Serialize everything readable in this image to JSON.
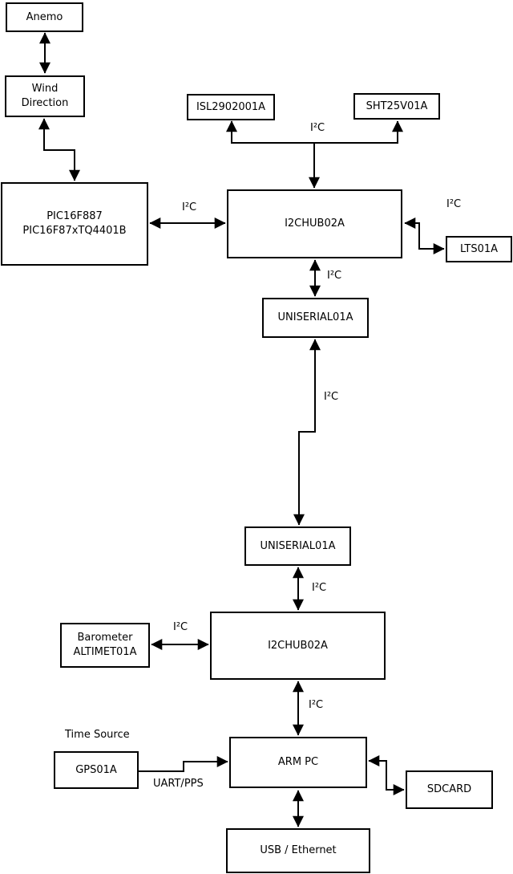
{
  "diagram": {
    "background_color": "#ffffff",
    "line_color": "#000000",
    "nodes": {
      "anemo": {
        "label": "Anemo"
      },
      "wind_direction": {
        "label": "Wind\nDirection"
      },
      "pic": {
        "label": "PIC16F887\nPIC16F87xTQ4401B"
      },
      "isl": {
        "label": "ISL2902001A"
      },
      "sht": {
        "label": "SHT25V01A"
      },
      "i2chub_top": {
        "label": "I2CHUB02A"
      },
      "lts": {
        "label": "LTS01A"
      },
      "uniserial_1": {
        "label": "UNISERIAL01A"
      },
      "uniserial_2": {
        "label": "UNISERIAL01A"
      },
      "barometer": {
        "label": "Barometer\nALTIMET01A"
      },
      "i2chub_bottom": {
        "label": "I2CHUB02A"
      },
      "gps": {
        "label": "GPS01A"
      },
      "arm_pc": {
        "label": "ARM PC"
      },
      "sdcard": {
        "label": "SDCARD"
      },
      "usb_ethernet": {
        "label": "USB / Ethernet"
      }
    },
    "edge_labels": {
      "i2c_pic_hub": "I²C",
      "i2c_sensor_bus": "I²C",
      "i2c_lts": "I²C",
      "i2c_hub_uniserial1": "I²C",
      "i2c_uniserial_link": "I²C",
      "i2c_uniserial2_hub": "I²C",
      "i2c_barometer": "I²C",
      "i2c_hub_armpc": "I²C",
      "uart_pps": "UART/PPS",
      "time_source": "Time Source"
    }
  }
}
